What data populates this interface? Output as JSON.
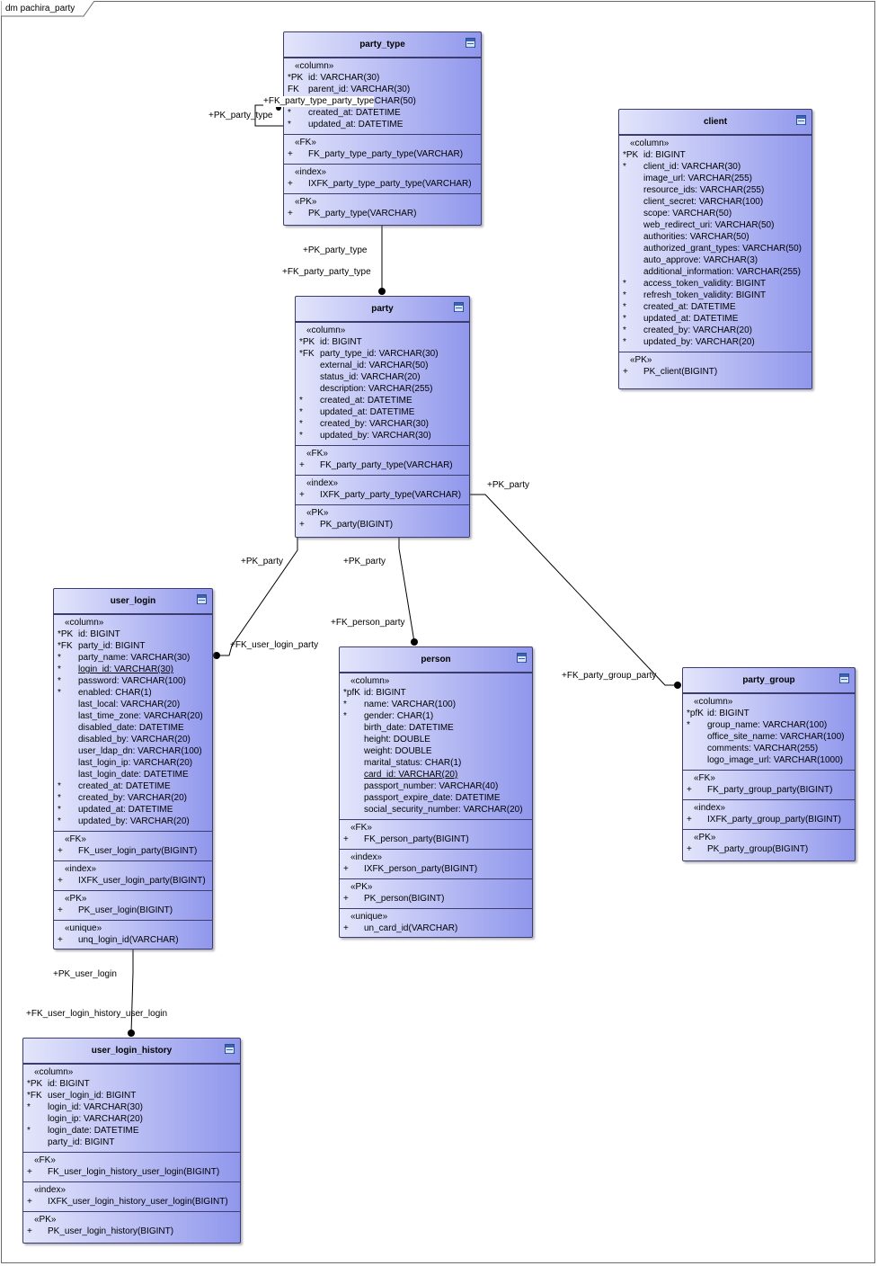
{
  "diagram_title": "dm pachira_party",
  "labels": {
    "pk_party_type_self": "+PK_party_type",
    "fk_party_type_party_type": "+FK_party_type_party_type",
    "pk_party_type": "+PK_party_type",
    "fk_party_party_type": "+FK_party_party_type",
    "pk_party_right": "+PK_party",
    "pk_party_left": "+PK_party",
    "pk_party_mid": "+PK_party",
    "fk_user_login_party": "+FK_user_login_party",
    "fk_person_party": "+FK_person_party",
    "fk_party_group_party": "+FK_party_group_party",
    "pk_user_login": "+PK_user_login",
    "fk_user_login_history_user_login": "+FK_user_login_history_user_login"
  },
  "entities": {
    "party_type": {
      "title": "party_type",
      "sections": [
        {
          "stereo": "«column»",
          "rows": [
            {
              "m": "*PK",
              "t": "id: VARCHAR(30)"
            },
            {
              "m": "FK",
              "t": "parent_id: VARCHAR(30)"
            },
            {
              "m": "",
              "t": "description: VARCHAR(50)"
            },
            {
              "m": "*",
              "t": "created_at: DATETIME"
            },
            {
              "m": "*",
              "t": "updated_at: DATETIME"
            }
          ]
        },
        {
          "stereo": "«FK»",
          "rows": [
            {
              "m": "+",
              "t": "FK_party_type_party_type(VARCHAR)"
            }
          ]
        },
        {
          "stereo": "«index»",
          "rows": [
            {
              "m": "+",
              "t": "IXFK_party_type_party_type(VARCHAR)"
            }
          ]
        },
        {
          "stereo": "«PK»",
          "rows": [
            {
              "m": "+",
              "t": "PK_party_type(VARCHAR)"
            }
          ]
        }
      ]
    },
    "client": {
      "title": "client",
      "sections": [
        {
          "stereo": "«column»",
          "rows": [
            {
              "m": "*PK",
              "t": "id: BIGINT"
            },
            {
              "m": "*",
              "t": "client_id: VARCHAR(30)"
            },
            {
              "m": "",
              "t": "image_url: VARCHAR(255)"
            },
            {
              "m": "",
              "t": "resource_ids: VARCHAR(255)"
            },
            {
              "m": "",
              "t": "client_secret: VARCHAR(100)"
            },
            {
              "m": "",
              "t": "scope: VARCHAR(50)"
            },
            {
              "m": "",
              "t": "web_redirect_uri: VARCHAR(50)"
            },
            {
              "m": "",
              "t": "authorities: VARCHAR(50)"
            },
            {
              "m": "",
              "t": "authorized_grant_types: VARCHAR(50)"
            },
            {
              "m": "",
              "t": "auto_approve: VARCHAR(3)"
            },
            {
              "m": "",
              "t": "additional_information: VARCHAR(255)"
            },
            {
              "m": "*",
              "t": "access_token_validity: BIGINT"
            },
            {
              "m": "*",
              "t": "refresh_token_validity: BIGINT"
            },
            {
              "m": "*",
              "t": "created_at: DATETIME"
            },
            {
              "m": "*",
              "t": "updated_at: DATETIME"
            },
            {
              "m": "*",
              "t": "created_by: VARCHAR(20)"
            },
            {
              "m": "*",
              "t": "updated_by: VARCHAR(20)"
            }
          ]
        },
        {
          "stereo": "«PK»",
          "rows": [
            {
              "m": "+",
              "t": "PK_client(BIGINT)"
            }
          ]
        }
      ]
    },
    "party": {
      "title": "party",
      "sections": [
        {
          "stereo": "«column»",
          "rows": [
            {
              "m": "*PK",
              "t": "id: BIGINT"
            },
            {
              "m": "*FK",
              "t": "party_type_id: VARCHAR(30)"
            },
            {
              "m": "",
              "t": "external_id: VARCHAR(50)"
            },
            {
              "m": "",
              "t": "status_id: VARCHAR(20)"
            },
            {
              "m": "",
              "t": "description: VARCHAR(255)"
            },
            {
              "m": "*",
              "t": "created_at: DATETIME"
            },
            {
              "m": "*",
              "t": "updated_at: DATETIME"
            },
            {
              "m": "*",
              "t": "created_by: VARCHAR(30)"
            },
            {
              "m": "*",
              "t": "updated_by: VARCHAR(30)"
            }
          ]
        },
        {
          "stereo": "«FK»",
          "rows": [
            {
              "m": "+",
              "t": "FK_party_party_type(VARCHAR)"
            }
          ]
        },
        {
          "stereo": "«index»",
          "rows": [
            {
              "m": "+",
              "t": "IXFK_party_party_type(VARCHAR)"
            }
          ]
        },
        {
          "stereo": "«PK»",
          "rows": [
            {
              "m": "+",
              "t": "PK_party(BIGINT)"
            }
          ]
        }
      ]
    },
    "user_login": {
      "title": "user_login",
      "sections": [
        {
          "stereo": "«column»",
          "rows": [
            {
              "m": "*PK",
              "t": "id: BIGINT"
            },
            {
              "m": "*FK",
              "t": "party_id: BIGINT"
            },
            {
              "m": "*",
              "t": "party_name: VARCHAR(30)"
            },
            {
              "m": "*",
              "t": "login_id: VARCHAR(30)",
              "u": true
            },
            {
              "m": "*",
              "t": "password: VARCHAR(100)"
            },
            {
              "m": "*",
              "t": "enabled: CHAR(1)"
            },
            {
              "m": "",
              "t": "last_local: VARCHAR(20)"
            },
            {
              "m": "",
              "t": "last_time_zone: VARCHAR(20)"
            },
            {
              "m": "",
              "t": "disabled_date: DATETIME"
            },
            {
              "m": "",
              "t": "disabled_by: VARCHAR(20)"
            },
            {
              "m": "",
              "t": "user_ldap_dn: VARCHAR(100)"
            },
            {
              "m": "",
              "t": "last_login_ip: VARCHAR(20)"
            },
            {
              "m": "",
              "t": "last_login_date: DATETIME"
            },
            {
              "m": "*",
              "t": "created_at: DATETIME"
            },
            {
              "m": "*",
              "t": "created_by: VARCHAR(20)"
            },
            {
              "m": "*",
              "t": "updated_at: DATETIME"
            },
            {
              "m": "*",
              "t": "updated_by: VARCHAR(20)"
            }
          ]
        },
        {
          "stereo": "«FK»",
          "rows": [
            {
              "m": "+",
              "t": "FK_user_login_party(BIGINT)"
            }
          ]
        },
        {
          "stereo": "«index»",
          "rows": [
            {
              "m": "+",
              "t": "IXFK_user_login_party(BIGINT)"
            }
          ]
        },
        {
          "stereo": "«PK»",
          "rows": [
            {
              "m": "+",
              "t": "PK_user_login(BIGINT)"
            }
          ]
        },
        {
          "stereo": "«unique»",
          "rows": [
            {
              "m": "+",
              "t": "unq_login_id(VARCHAR)"
            }
          ]
        }
      ]
    },
    "person": {
      "title": "person",
      "sections": [
        {
          "stereo": "«column»",
          "rows": [
            {
              "m": "*pfK",
              "t": "id: BIGINT"
            },
            {
              "m": "*",
              "t": "name: VARCHAR(100)"
            },
            {
              "m": "*",
              "t": "gender: CHAR(1)"
            },
            {
              "m": "",
              "t": "birth_date: DATETIME"
            },
            {
              "m": "",
              "t": "height: DOUBLE"
            },
            {
              "m": "",
              "t": "weight: DOUBLE"
            },
            {
              "m": "",
              "t": "marital_status: CHAR(1)"
            },
            {
              "m": "",
              "t": "card_id: VARCHAR(20)",
              "u": true
            },
            {
              "m": "",
              "t": "passport_number: VARCHAR(40)"
            },
            {
              "m": "",
              "t": "passport_expire_date: DATETIME"
            },
            {
              "m": "",
              "t": "social_security_number: VARCHAR(20)"
            }
          ]
        },
        {
          "stereo": "«FK»",
          "rows": [
            {
              "m": "+",
              "t": "FK_person_party(BIGINT)"
            }
          ]
        },
        {
          "stereo": "«index»",
          "rows": [
            {
              "m": "+",
              "t": "IXFK_person_party(BIGINT)"
            }
          ]
        },
        {
          "stereo": "«PK»",
          "rows": [
            {
              "m": "+",
              "t": "PK_person(BIGINT)"
            }
          ]
        },
        {
          "stereo": "«unique»",
          "rows": [
            {
              "m": "+",
              "t": "un_card_id(VARCHAR)"
            }
          ]
        }
      ]
    },
    "party_group": {
      "title": "party_group",
      "sections": [
        {
          "stereo": "«column»",
          "rows": [
            {
              "m": "*pfK",
              "t": "id: BIGINT"
            },
            {
              "m": "*",
              "t": "group_name: VARCHAR(100)"
            },
            {
              "m": "",
              "t": "office_site_name: VARCHAR(100)"
            },
            {
              "m": "",
              "t": "comments: VARCHAR(255)"
            },
            {
              "m": "",
              "t": "logo_image_url: VARCHAR(1000)"
            }
          ]
        },
        {
          "stereo": "«FK»",
          "rows": [
            {
              "m": "+",
              "t": "FK_party_group_party(BIGINT)"
            }
          ]
        },
        {
          "stereo": "«index»",
          "rows": [
            {
              "m": "+",
              "t": "IXFK_party_group_party(BIGINT)"
            }
          ]
        },
        {
          "stereo": "«PK»",
          "rows": [
            {
              "m": "+",
              "t": "PK_party_group(BIGINT)"
            }
          ]
        }
      ]
    },
    "user_login_history": {
      "title": "user_login_history",
      "sections": [
        {
          "stereo": "«column»",
          "rows": [
            {
              "m": "*PK",
              "t": "id: BIGINT"
            },
            {
              "m": "*FK",
              "t": "user_login_id: BIGINT"
            },
            {
              "m": "*",
              "t": "login_id: VARCHAR(30)"
            },
            {
              "m": "",
              "t": "login_ip: VARCHAR(20)"
            },
            {
              "m": "*",
              "t": "login_date: DATETIME"
            },
            {
              "m": "",
              "t": "party_id: BIGINT"
            }
          ]
        },
        {
          "stereo": "«FK»",
          "rows": [
            {
              "m": "+",
              "t": "FK_user_login_history_user_login(BIGINT)"
            }
          ]
        },
        {
          "stereo": "«index»",
          "rows": [
            {
              "m": "+",
              "t": "IXFK_user_login_history_user_login(BIGINT)"
            }
          ]
        },
        {
          "stereo": "«PK»",
          "rows": [
            {
              "m": "+",
              "t": "PK_user_login_history(BIGINT)"
            }
          ]
        }
      ]
    }
  }
}
